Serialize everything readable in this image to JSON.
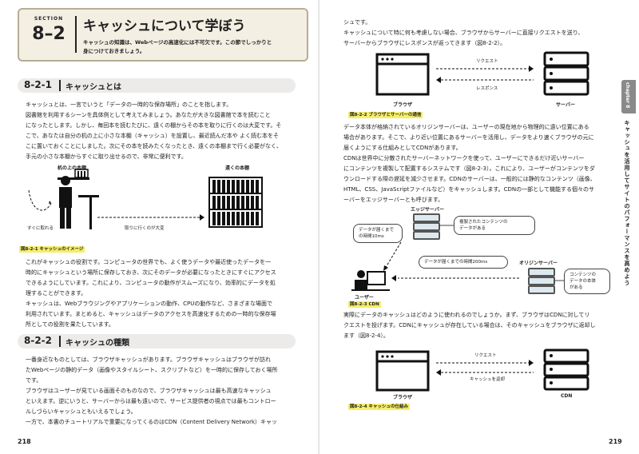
{
  "left": {
    "section_label": "SECTION",
    "section_number": "8–2",
    "section_title": "キャッシュについて学ぼう",
    "section_lead_1": "キャッシュの知識は、Webページの高速化には不可欠です。この節でしっかりと",
    "section_lead_2": "身につけておきましょう。",
    "h2_1_num": "8-2-1",
    "h2_1_title": "キャッシュとは",
    "p1": [
      "キャッシュとは、一言でいうと「データの一時的な保存場所」のことを指します。",
      "図書館を利用するシーンを具体例として考えてみましょう。あなたが大きな図書館で本を読むこと",
      "になったとします。しかし、毎回本を読むたびに、遠くの棚からその本を取りに行くのは大変です。そ",
      "こで、あなたは自分の机の上に小さな本棚（キャッシュ）を設置し、最近読んだ本や よく読む本をそ",
      "こに置いておくことにしました。次にその本を読みたくなったとき、遠くの本棚まで行く必要がなく、",
      "手元の小さな本棚からすぐに取り出せるので、非常に便利です。"
    ],
    "fig1_desk_label": "机の上の本棚",
    "fig1_far_label": "遠くの本棚",
    "fig1_near_label": "すぐに取れる",
    "fig1_far_text": "取りに行くのが大変",
    "fig1_caption": "図8-2-1 キャッシュのイメージ",
    "p2": [
      "これがキャッシュの役割です。コンピュータの世界でも、よく使うデータや最近使ったデータを一",
      "時的にキャッシュという場所に保存しておき、次にそのデータが必要になったときにすぐにアクセス",
      "できるようにしています。これにより、コンピュータの動作がスムーズになり、効率的にデータを処",
      "理することができます。",
      "キャッシュは、Webブラウジングやアプリケーションの動作、CPUの動作など、さまざまな場面で",
      "利用されています。まとめると、キャッシュはデータのアクセスを高速化するための一時的な保存場",
      "所としての役割を果たしています。"
    ],
    "h2_2_num": "8-2-2",
    "h2_2_title": "キャッシュの種類",
    "p3": [
      "一番身近なものとしては、ブラウザキャッシュがあります。ブラウザキャッシュはブラウザが訪れ",
      "たWebページの静的データ（画像やスタイルシート、スクリプトなど）を一時的に保存しておく場所",
      "です。",
      "ブラウザはユーザーが見ている画面そのものなので、ブラウザキャッシュは最も高速なキャッシュ",
      "といえます。逆にいうと、サーバーからは最も遠いので、サービス提供者の視点では最もコントロー",
      "ルしづらいキャッシュともいえるでしょう。",
      "一方で、本書のチュートリアルで重要になってくるのはCDN（Content Delivery Network）キャッ"
    ],
    "page_number": "218"
  },
  "right": {
    "p1": [
      "シュです。",
      "キャッシュについて特に何も考慮しない場合、ブラウザからサーバーに直接リクエストを送り、",
      "サーバーからブラウザにレスポンスが返ってきます（図8-2-2）。"
    ],
    "fig2_request": "リクエスト",
    "fig2_response": "レスポンス",
    "fig2_browser": "ブラウザ",
    "fig2_server": "サーバー",
    "fig2_caption": "図8-2-2 ブラウザとサーバーの通信",
    "p2": [
      "データ本体が格納されているオリジンサーバーは、ユーザーの現在地から物理的に遠い位置にある",
      "場合があります。そこで、より近い位置にあるサーバーを活用し、データをより速くブラウザの元に",
      "届くようにする仕組みとしてCDNがあります。",
      "CDNは世界中に分散されたサーバーネットワークを使って、ユーザーにできるだけ近いサーバー",
      "にコンテンツを複製して配置するシステムです（図8-2-3）。これにより、ユーザーがコンテンツをダ",
      "ウンロードする際の遅延を減少させます。CDNのサーバーは、一般的には静的なコンテンツ（画像、",
      "HTML、CSS、JavaScriptファイルなど）をキャッシュします。CDNの一部として機能する個々のサ",
      "ーバーをエッジサーバーとも呼びます。"
    ],
    "fig3_edge": "エッジサーバー",
    "fig3_edge_note_1": "複製されたコンテンツの",
    "fig3_edge_note_2": "データがある",
    "fig3_near_1": "データが届くまで",
    "fig3_near_2": "の時間10ms",
    "fig3_far": "データが届くまでの時間200ms",
    "fig3_origin": "オリジンサーバー",
    "fig3_origin_note_1": "コンテンツの",
    "fig3_origin_note_2": "データの本体",
    "fig3_origin_note_3": "がある",
    "fig3_user": "ユーザー",
    "fig3_caption": "図8-2-3 CDN",
    "p3": [
      "実際にデータのキャッシュはどのように使われるのでしょうか。まず、ブラウザはCDNに対してリ",
      "クエストを投げます。CDNにキャッシュが存在している場合は、そのキャッシュをブラウザに返却し",
      "ます（図8-2-4）。"
    ],
    "fig4_request": "リクエスト",
    "fig4_return": "キャッシュを返却",
    "fig4_browser": "ブラウザ",
    "fig4_cdn": "CDN",
    "fig4_caption": "図8-2-4 キャッシュの仕組み",
    "tab_label": "chapter 8",
    "side_text": "キャッシュを活用してサイトのパフォーマンスを高めよう",
    "page_number": "219"
  }
}
